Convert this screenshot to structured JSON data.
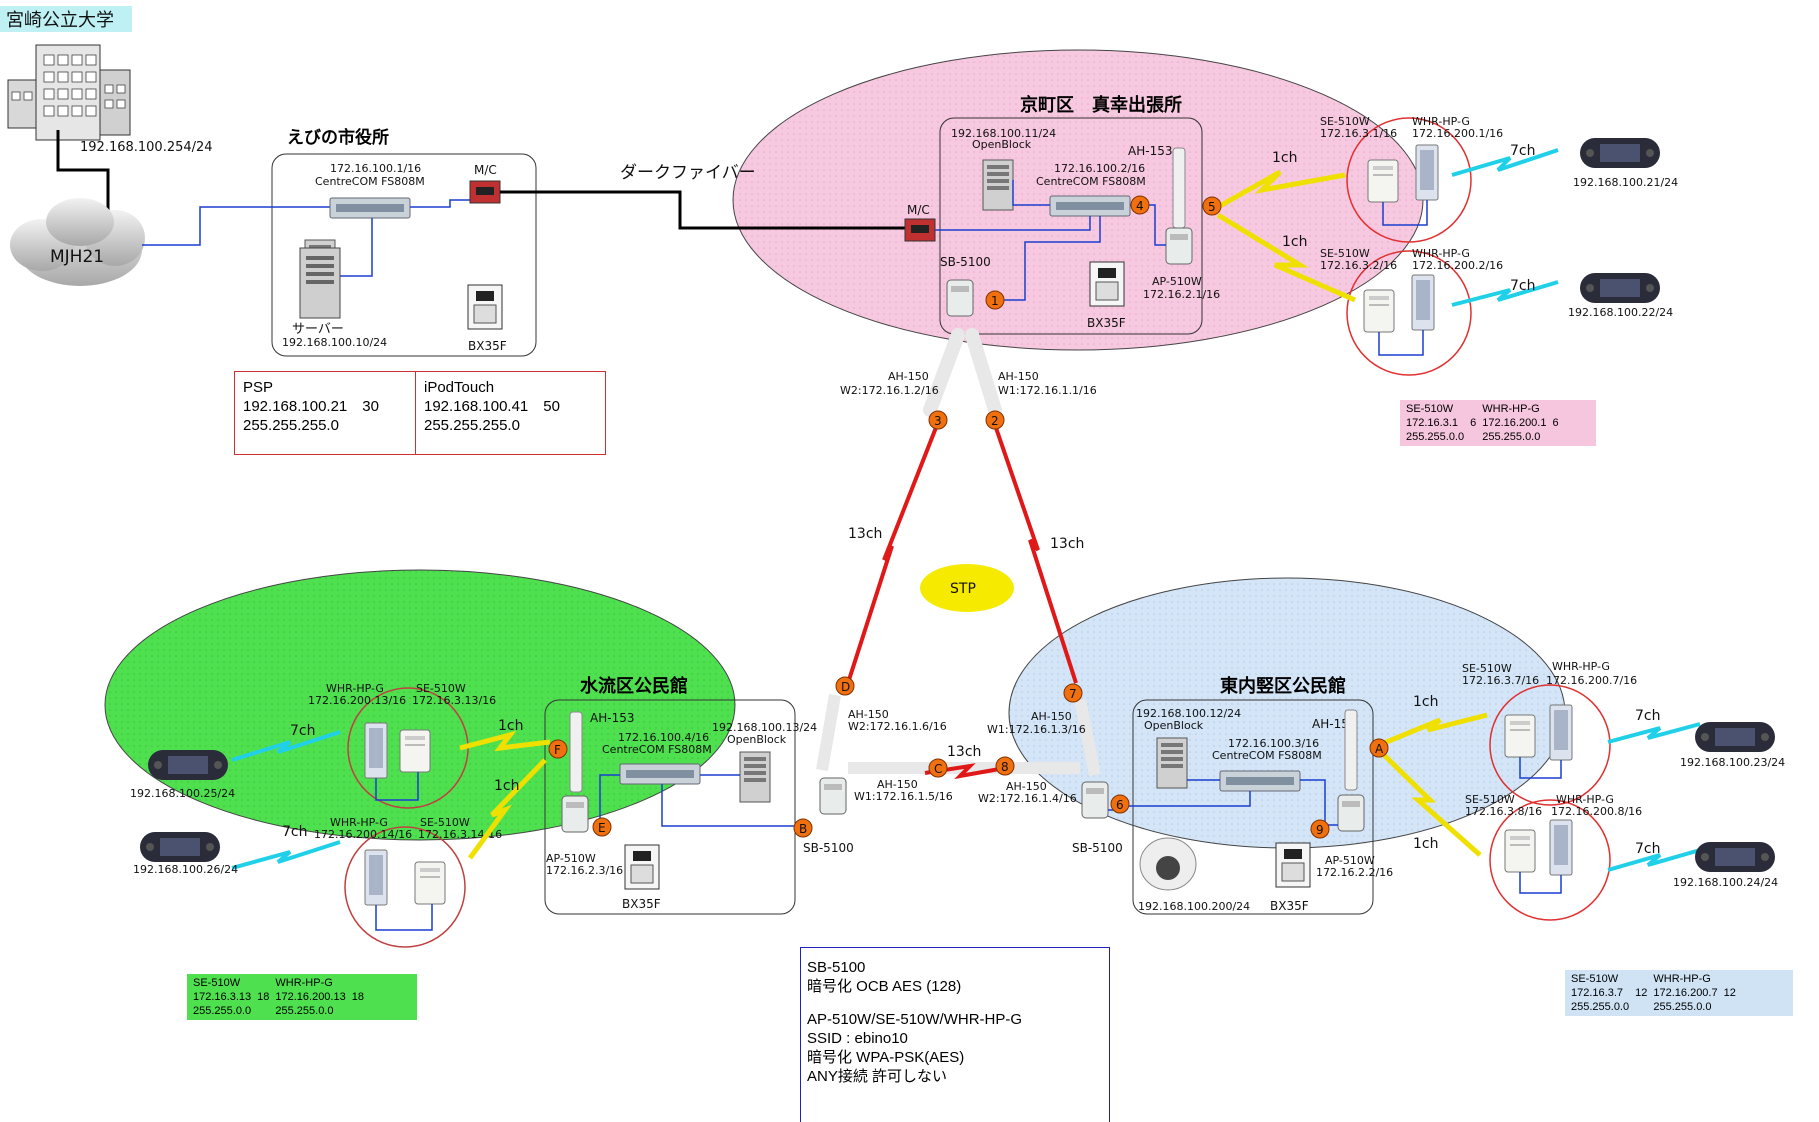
{
  "university": {
    "name": "宮崎公立大学",
    "ip": "192.168.100.254/24"
  },
  "cloud": {
    "label": "MJH21"
  },
  "dark_fiber_label": "ダークファイバー",
  "city_hall": {
    "title": "えびの市役所",
    "switch_ip": "172.16.100.1/16",
    "switch_model": "CentreCOM FS808M",
    "mc_label": "M/C",
    "server_label": "サーバー",
    "server_ip": "192.168.100.10/24",
    "bx_label": "BX35F"
  },
  "psp_box": {
    "title": "PSP",
    "line1": "192.168.100.21　30",
    "line2": "255.255.255.0"
  },
  "ipod_box": {
    "title": "iPodTouch",
    "line1": "192.168.100.41　50",
    "line2": "255.255.255.0"
  },
  "kyomachi": {
    "title": "京町区　真幸出張所",
    "openblock_ip": "192.168.100.11/24",
    "openblock_label": "OpenBlock",
    "switch_ip": "172.16.100.2/16",
    "switch_model": "CentreCOM FS808M",
    "ah153_label": "AH-153",
    "mc_label": "M/C",
    "sb_label": "SB-5100",
    "ap_label": "AP-510W",
    "ap_ip": "172.16.2.1/16",
    "bx_label": "BX35F",
    "link1_label": "1ch",
    "link2_label": "1ch",
    "se1_label": "SE-510W",
    "se1_ip": "172.16.3.1/16",
    "whr1_label": "WHR-HP-G",
    "whr1_ip": "172.16.200.1/16",
    "ch7a": "7ch",
    "psp1_ip": "192.168.100.21/24",
    "se2_label": "SE-510W",
    "se2_ip": "172.16.3.2/16",
    "whr2_label": "WHR-HP-G",
    "whr2_ip": "172.16.200.2/16",
    "ch7b": "7ch",
    "psp2_ip": "192.168.100.22/24",
    "ah150_left": "AH-150",
    "w2_left": "W2:172.16.1.2/16",
    "ah150_right": "AH-150",
    "w1_right": "W1:172.16.1.1/16",
    "summary": {
      "h1": "SE-510W",
      "h2": "WHR-HP-G",
      "r1c1": "172.16.3.1",
      "r1n1": "6",
      "r1c2": "172.16.200.1",
      "r1n2": "6",
      "r2c1": "255.255.0.0",
      "r2c2": "255.255.0.0"
    }
  },
  "suiryu": {
    "title": "水流区公民館",
    "whr1_label": "WHR-HP-G",
    "whr1_ip": "172.16.200.13/16",
    "se1_label": "SE-510W",
    "se1_ip": "172.16.3.13/16",
    "whr2_label": "WHR-HP-G",
    "whr2_ip": "172.16.200.14/16",
    "se2_label": "SE-510W",
    "se2_ip": "172.16.3.14/16",
    "ch7a": "7ch",
    "ch7b": "7ch",
    "ch1a": "1ch",
    "ch1b": "1ch",
    "psp1_ip": "192.168.100.25/24",
    "psp2_ip": "192.168.100.26/24",
    "ah153_label": "AH-153",
    "switch_ip": "172.16.100.4/16",
    "switch_model": "CentreCOM FS808M",
    "openblock_ip": "192.168.100.13/24",
    "openblock_label": "OpenBlock",
    "ap_label": "AP-510W",
    "ap_ip": "172.16.2.3/16",
    "bx_label": "BX35F",
    "sb_label": "SB-5100",
    "ah150_label": "AH-150",
    "w2_label": "W2:172.16.1.6/16",
    "ah150_b_label": "AH-150",
    "w1_label": "W1:172.16.1.5/16",
    "summary": {
      "h1": "SE-510W",
      "h2": "WHR-HP-G",
      "r1c1": "172.16.3.13",
      "r1n1": "18",
      "r1c2": "172.16.200.13",
      "r1n2": "18",
      "r2c1": "255.255.0.0",
      "r2c2": "255.255.0.0"
    }
  },
  "higashi": {
    "title": "東内竪区公民館",
    "openblock_ip": "192.168.100.12/24",
    "openblock_label": "OpenBlock",
    "switch_ip": "172.16.100.3/16",
    "switch_model": "CentreCOM FS808M",
    "ah153_label": "AH-153",
    "sb_label": "SB-5100",
    "camera_ip": "192.168.100.200/24",
    "bx_label": "BX35F",
    "ap_label": "AP-510W",
    "ap_ip": "172.16.2.2/16",
    "ah150_a_label": "AH-150",
    "w1_label": "W1:172.16.1.3/16",
    "ah150_b_label": "AH-150",
    "w2_label": "W2:172.16.1.4/16",
    "ch1a": "1ch",
    "ch1b": "1ch",
    "se1_label": "SE-510W",
    "se1_ip": "172.16.3.7/16",
    "whr1_label": "WHR-HP-G",
    "whr1_ip": "172.16.200.7/16",
    "se2_label": "SE-510W",
    "se2_ip": "172.16.3.8/16",
    "whr2_label": "WHR-HP-G",
    "whr2_ip": "172.16.200.8/16",
    "ch7a": "7ch",
    "ch7b": "7ch",
    "psp1_ip": "192.168.100.23/24",
    "psp2_ip": "192.168.100.24/24",
    "summary": {
      "h1": "SE-510W",
      "h2": "WHR-HP-G",
      "r1c1": "172.16.3.7",
      "r1n1": "12",
      "r1c2": "172.16.200.7",
      "r1n2": "12",
      "r2c1": "255.255.0.0",
      "r2c2": "255.255.0.0"
    }
  },
  "links": {
    "left_13ch": "13ch",
    "right_13ch": "13ch",
    "bottom_13ch": "13ch",
    "stp": "STP"
  },
  "markers": [
    "1",
    "2",
    "3",
    "4",
    "5",
    "6",
    "7",
    "8",
    "9",
    "A",
    "B",
    "C",
    "D",
    "E",
    "F"
  ],
  "legend": {
    "l1": "SB-5100",
    "l2": "暗号化  OCB AES (128)",
    "l3": "AP-510W/SE-510W/WHR-HP-G",
    "l4": "SSID : ebino10",
    "l5": "暗号化  WPA-PSK(AES)",
    "l6": "ANY接続  許可しない"
  },
  "colors": {
    "pink": "#f6c6df",
    "green": "#4fe04f",
    "blue": "#cfe3f5",
    "red_link": "#e01818",
    "yellow_link": "#f0f000",
    "cyan_link": "#20d0e8",
    "marker": "#f07010"
  }
}
